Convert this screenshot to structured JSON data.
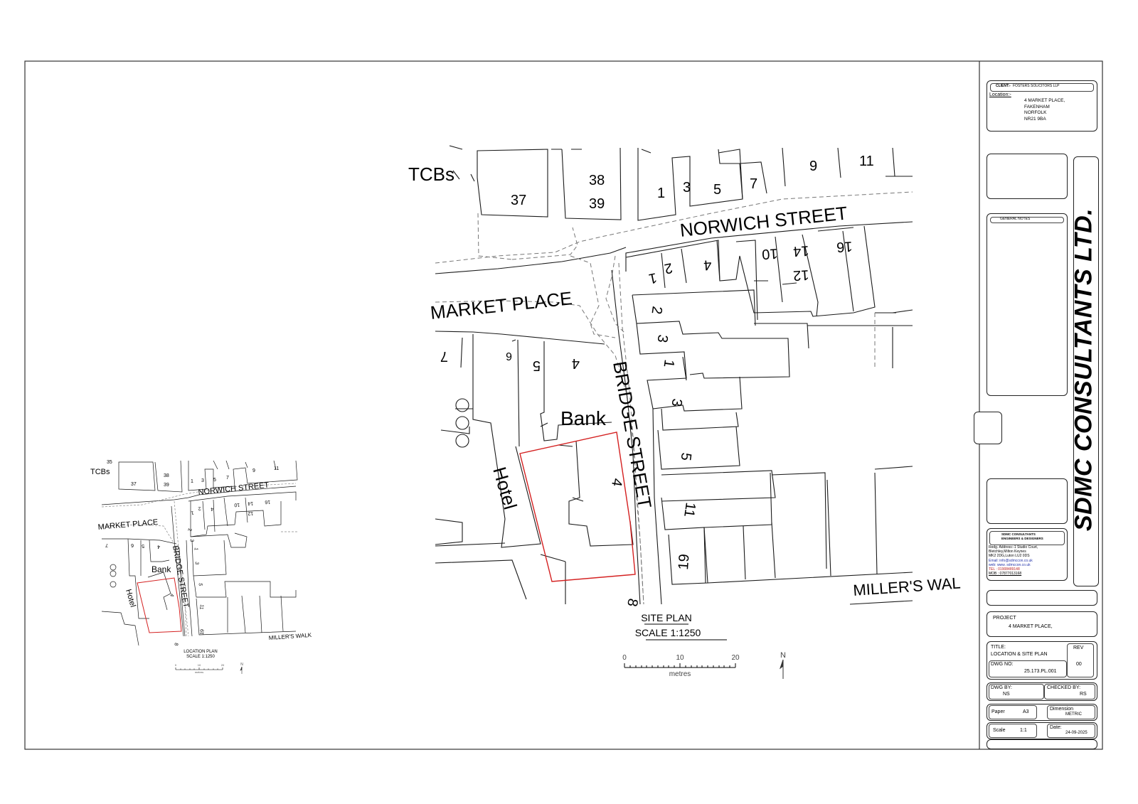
{
  "client": {
    "label": "CLIENT:-",
    "value": "FOSTERS SOLICITORS LLP"
  },
  "location": {
    "label": "Location:-",
    "lines": [
      "4 MARKET PLACE,",
      "FAKENHAM",
      "NORFOLK",
      "NR21 9BA"
    ]
  },
  "general_notes": {
    "label": "GENERAL NOTES"
  },
  "brand": {
    "name": "SDMC CONSULTANTS LTD."
  },
  "company": {
    "title_lines": [
      "SDMC CONSULTANTS",
      "ENGINEERS & DESIGNERS"
    ],
    "address_lines": [
      "Redg. Address:-1 Studio Court,",
      "Bletchley,Milton Keynes",
      "MK2 2DG,Luton LU2 0DS"
    ],
    "email": "Email: info@sdmccon.co.uk",
    "web": "web:  www. sdmccon.co.uk",
    "tel": "TEL : 01908489148",
    "mob": "MOB : 07877013168"
  },
  "project": {
    "label": "PROJECT",
    "value": "4 MARKET PLACE,"
  },
  "title_block": {
    "title_label": "TITLE:",
    "title_value": "LOCATION & SITE PLAN",
    "rev_label": "REV",
    "rev_value": "00",
    "dwg_no_label": "DWG NO:",
    "dwg_no_value": "25.173.PL.001",
    "dwg_by_label": "DWG BY:",
    "dwg_by_value": "NS",
    "checked_by_label": "CHECKED BY:",
    "checked_by_value": "RS",
    "paper_label": "Paper",
    "paper_value": "A3",
    "dimension_label": "Dimension",
    "dimension_value": "METRIC",
    "scale_label": "Scale",
    "scale_value": "1:1",
    "date_label": "Date:",
    "date_value": "24-09-2025"
  },
  "site_plan": {
    "caption_line1": "SITE PLAN",
    "caption_line2": "SCALE 1:1250",
    "scale_ticks": [
      "0",
      "10",
      "20"
    ],
    "scale_unit": "metres",
    "north": "N",
    "streets": {
      "norwich": "NORWICH STREET",
      "market": "MARKET PLACE",
      "bridge": "BRIDGE STREET",
      "millers": "MILLER'S WAL"
    },
    "labels": {
      "tcbs": "TCBs",
      "bank": "Bank",
      "hotel": "Hotel"
    },
    "house_numbers": [
      "37",
      "38",
      "39",
      "1",
      "3",
      "5",
      "7",
      "9",
      "11",
      "2",
      "1",
      "4",
      "10",
      "14",
      "12",
      "16",
      "2",
      "3",
      "1",
      "3",
      "5",
      "11",
      "19",
      "7",
      "6",
      "5",
      "4",
      "4",
      "8"
    ]
  },
  "location_plan": {
    "caption_line1": "LOCATION PLAN",
    "caption_line2": "SCALE 1:1250",
    "scale_ticks": [
      "0",
      "10",
      "20"
    ],
    "scale_unit": "metres",
    "north": "N",
    "streets": {
      "norwich": "NORWICH STREET",
      "market": "MARKET PLACE",
      "bridge": "BRIDGE STREET",
      "millers": "MILLER'S WALK"
    },
    "labels": {
      "tcbs": "TCBs",
      "bank": "Bank",
      "hotel": "Hotel"
    },
    "house_numbers": [
      "35",
      "37",
      "38",
      "39",
      "1",
      "3",
      "5",
      "7",
      "9",
      "11",
      "2",
      "1",
      "4",
      "10",
      "14",
      "12",
      "16",
      "2",
      "3",
      "1",
      "3",
      "5",
      "11",
      "19",
      "7",
      "6",
      "5",
      "4",
      "4",
      "8"
    ]
  },
  "colors": {
    "boundary": "#d42020",
    "line": "#1a1a1a",
    "dash": "#777777"
  }
}
